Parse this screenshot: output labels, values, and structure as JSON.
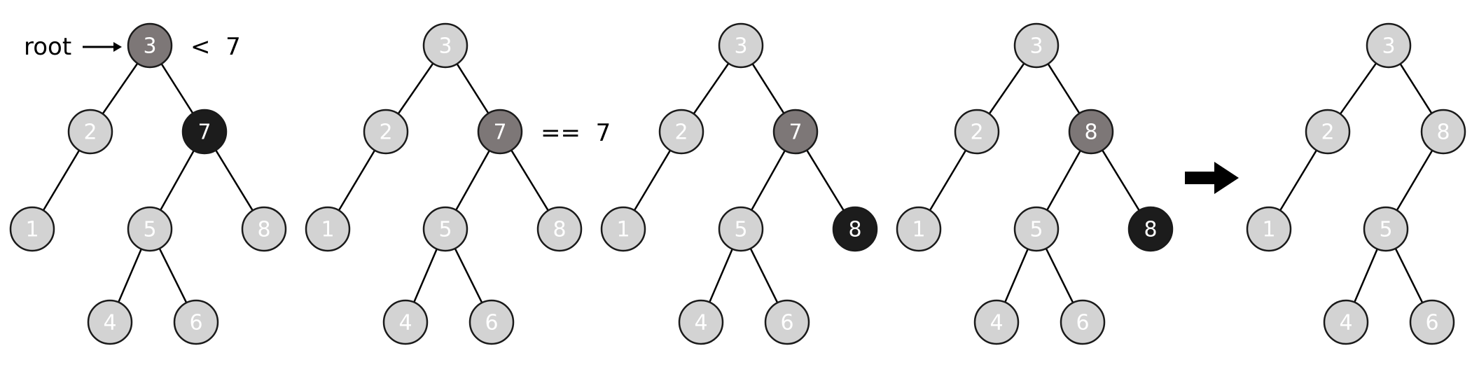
{
  "colors": {
    "default": "#d3d3d3",
    "current": "#7d7777",
    "highlight": "#1c1c1c",
    "edge": "#000000",
    "label": "#ffffff"
  },
  "panels": [
    {
      "nodes": [
        {
          "id": "3",
          "label": "3",
          "state": "current"
        },
        {
          "id": "2",
          "label": "2",
          "state": "default"
        },
        {
          "id": "7",
          "label": "7",
          "state": "highlight"
        },
        {
          "id": "1",
          "label": "1",
          "state": "default"
        },
        {
          "id": "5",
          "label": "5",
          "state": "default"
        },
        {
          "id": "8",
          "label": "8",
          "state": "default"
        },
        {
          "id": "4",
          "label": "4",
          "state": "default"
        },
        {
          "id": "6",
          "label": "6",
          "state": "default"
        }
      ],
      "edges": [
        [
          "3",
          "2"
        ],
        [
          "3",
          "7"
        ],
        [
          "2",
          "1"
        ],
        [
          "7",
          "5"
        ],
        [
          "7",
          "8"
        ],
        [
          "5",
          "4"
        ],
        [
          "5",
          "6"
        ]
      ],
      "annotations": [
        {
          "text": "root",
          "near": "3",
          "side": "left",
          "arrow": true
        },
        {
          "text": "<  7",
          "near": "3",
          "side": "right"
        }
      ]
    },
    {
      "nodes": [
        {
          "id": "3",
          "label": "3",
          "state": "default"
        },
        {
          "id": "2",
          "label": "2",
          "state": "default"
        },
        {
          "id": "7",
          "label": "7",
          "state": "current"
        },
        {
          "id": "1",
          "label": "1",
          "state": "default"
        },
        {
          "id": "5",
          "label": "5",
          "state": "default"
        },
        {
          "id": "8",
          "label": "8",
          "state": "default"
        },
        {
          "id": "4",
          "label": "4",
          "state": "default"
        },
        {
          "id": "6",
          "label": "6",
          "state": "default"
        }
      ],
      "edges": [
        [
          "3",
          "2"
        ],
        [
          "3",
          "7"
        ],
        [
          "2",
          "1"
        ],
        [
          "7",
          "5"
        ],
        [
          "7",
          "8"
        ],
        [
          "5",
          "4"
        ],
        [
          "5",
          "6"
        ]
      ],
      "annotations": [
        {
          "text": "==  7",
          "near": "7",
          "side": "right"
        }
      ]
    },
    {
      "nodes": [
        {
          "id": "3",
          "label": "3",
          "state": "default"
        },
        {
          "id": "2",
          "label": "2",
          "state": "default"
        },
        {
          "id": "7",
          "label": "7",
          "state": "current"
        },
        {
          "id": "1",
          "label": "1",
          "state": "default"
        },
        {
          "id": "5",
          "label": "5",
          "state": "default"
        },
        {
          "id": "8",
          "label": "8",
          "state": "highlight"
        },
        {
          "id": "4",
          "label": "4",
          "state": "default"
        },
        {
          "id": "6",
          "label": "6",
          "state": "default"
        }
      ],
      "edges": [
        [
          "3",
          "2"
        ],
        [
          "3",
          "7"
        ],
        [
          "2",
          "1"
        ],
        [
          "7",
          "5"
        ],
        [
          "7",
          "8"
        ],
        [
          "5",
          "4"
        ],
        [
          "5",
          "6"
        ]
      ],
      "annotations": []
    },
    {
      "nodes": [
        {
          "id": "3",
          "label": "3",
          "state": "default"
        },
        {
          "id": "2",
          "label": "2",
          "state": "default"
        },
        {
          "id": "7",
          "label": "8",
          "state": "current"
        },
        {
          "id": "1",
          "label": "1",
          "state": "default"
        },
        {
          "id": "5",
          "label": "5",
          "state": "default"
        },
        {
          "id": "8",
          "label": "8",
          "state": "highlight"
        },
        {
          "id": "4",
          "label": "4",
          "state": "default"
        },
        {
          "id": "6",
          "label": "6",
          "state": "default"
        }
      ],
      "edges": [
        [
          "3",
          "2"
        ],
        [
          "3",
          "7"
        ],
        [
          "2",
          "1"
        ],
        [
          "7",
          "5"
        ],
        [
          "7",
          "8"
        ],
        [
          "5",
          "4"
        ],
        [
          "5",
          "6"
        ]
      ],
      "annotations": []
    },
    {
      "nodes": [
        {
          "id": "3",
          "label": "3",
          "state": "default"
        },
        {
          "id": "2",
          "label": "2",
          "state": "default"
        },
        {
          "id": "7",
          "label": "8",
          "state": "default"
        },
        {
          "id": "1",
          "label": "1",
          "state": "default"
        },
        {
          "id": "5",
          "label": "5",
          "state": "default"
        },
        {
          "id": "4",
          "label": "4",
          "state": "default"
        },
        {
          "id": "6",
          "label": "6",
          "state": "default"
        }
      ],
      "edges": [
        [
          "3",
          "2"
        ],
        [
          "3",
          "7"
        ],
        [
          "2",
          "1"
        ],
        [
          "7",
          "5"
        ],
        [
          "5",
          "4"
        ],
        [
          "5",
          "6"
        ]
      ],
      "annotations": []
    }
  ],
  "transition_arrow": {
    "icon": "block-arrow-right-icon",
    "after_panel": 3
  }
}
